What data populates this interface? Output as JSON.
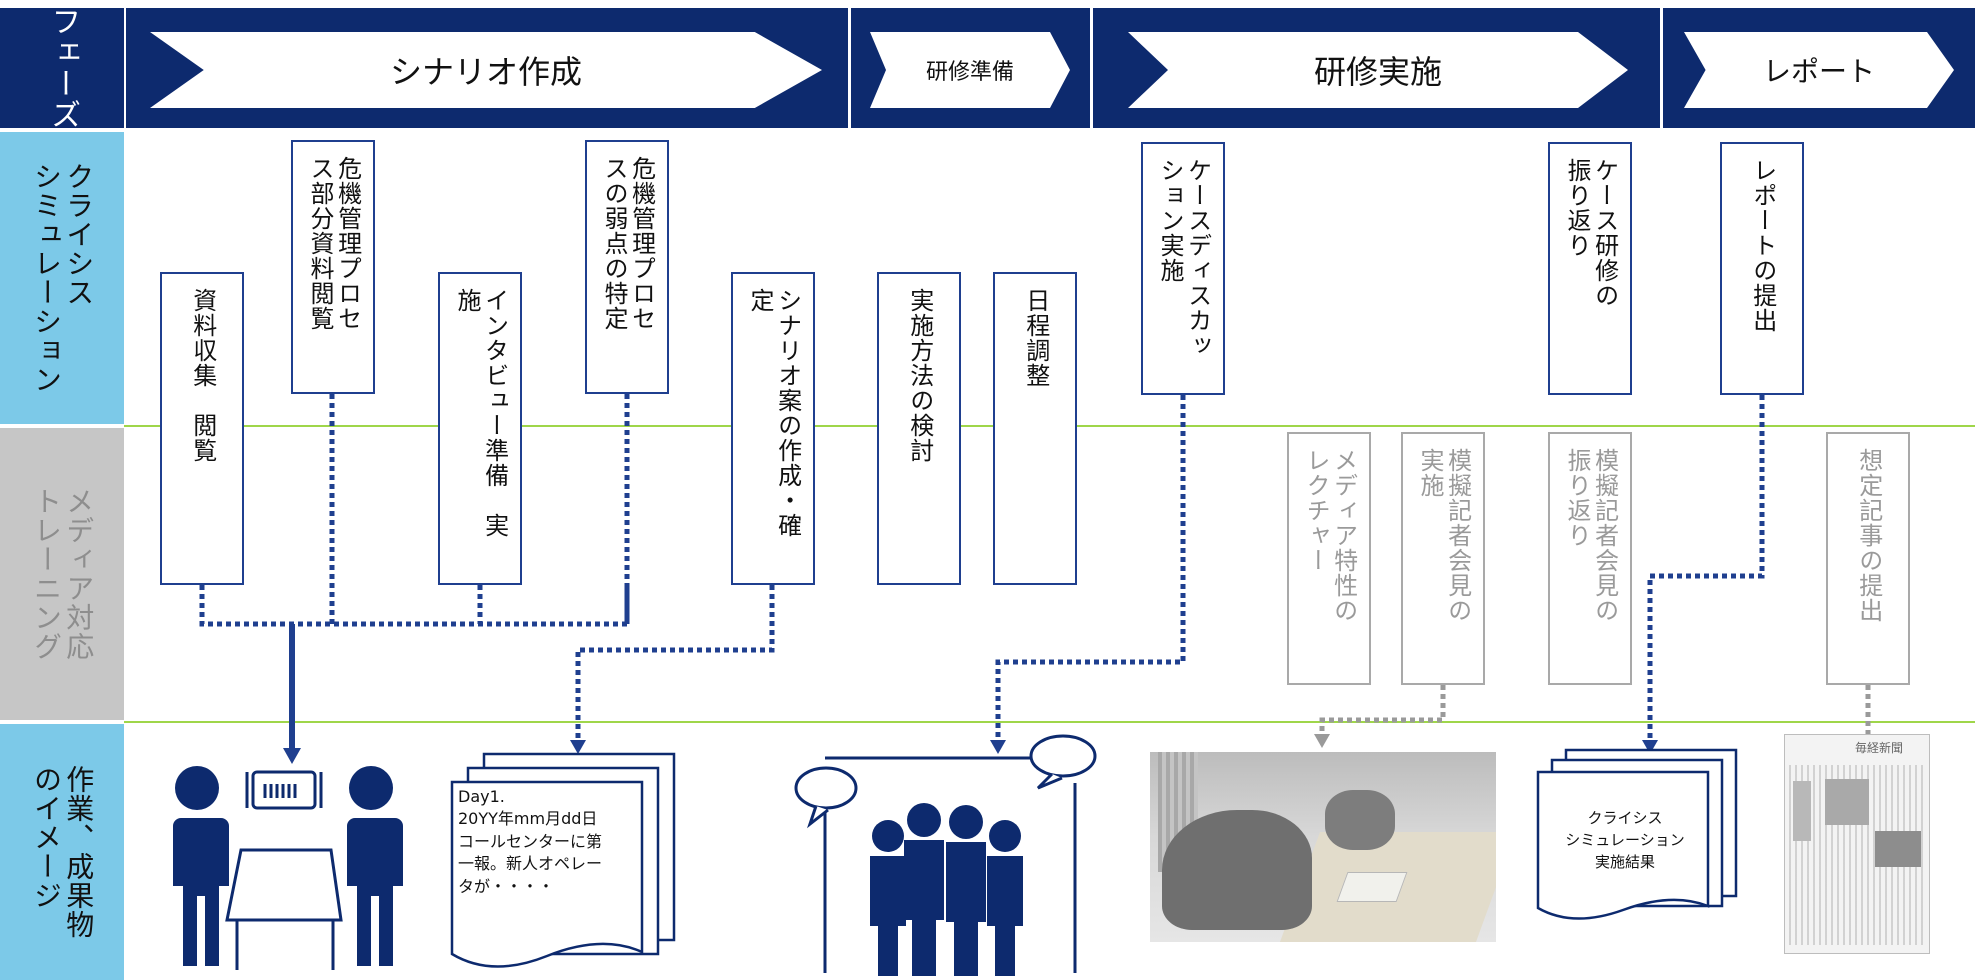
{
  "row_headers": {
    "phase": "フェーズ",
    "crisis": "クライシス\nシミュレーション",
    "media": "メディア対応\nトレーニング",
    "image": "作業、成果物\nのイメージ"
  },
  "phases": [
    "シナリオ作成",
    "研修準備",
    "研修実施",
    "レポート"
  ],
  "tasks": {
    "t1": "資料収集　閲覧",
    "t2": "危機管理プロセ\nス部分資料閲覧",
    "t3": "インタビュー準備　実\n施",
    "t4": "危機管理プロセ\nスの弱点の特定",
    "t5": "シナリオ案の作成・確\n定",
    "t6": "実施方法の検討",
    "t7": "日程調整",
    "t8": "ケースディスカッ\nション実施",
    "t9": "ケース研修の\n振り返り",
    "t10": "レポートの提出",
    "m1": "メディア特性の\nレクチャー",
    "m2": "模擬記者会見の\n実施",
    "m3": "模擬記者会見の\n振り返り",
    "m4": "想定記事の提出"
  },
  "images": {
    "document_text": "Day1.\n20YY年mm月dd日\nコールセンターに第\n一報。新人オペレー\nタが・・・・",
    "report_text": "クライシス\nシミュレーション\n実施結果",
    "newspaper_masthead": "毎経新聞"
  },
  "colors": {
    "navy": "#0d2a6e",
    "light_blue": "#7cc9e8",
    "gray": "#c6c6c6",
    "green_line": "#9fd64a",
    "connector": "#1f3f8f"
  }
}
